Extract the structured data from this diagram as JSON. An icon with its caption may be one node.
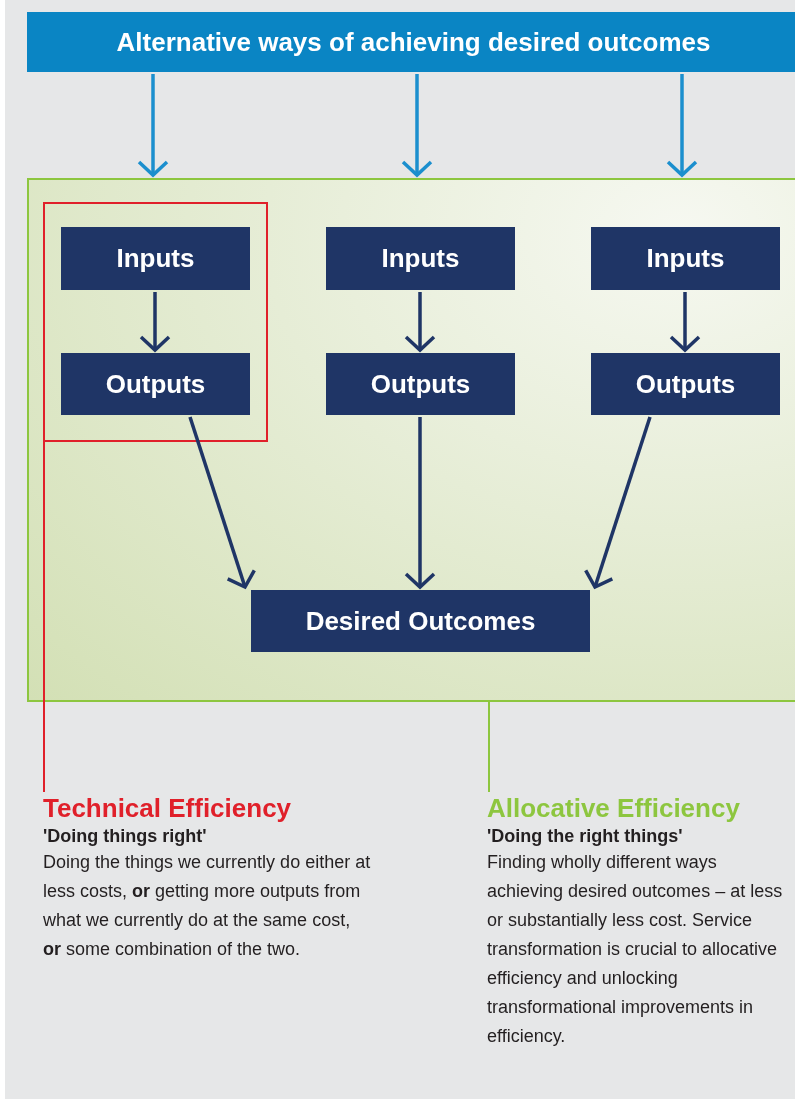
{
  "diagram": {
    "nodes": [
      {
        "text": [
          "Alternative ways of achieving desired outcomes"
        ]
      },
      {
        "text": [],
        "shape": "box"
      },
      {
        "text": [],
        "shape": "box",
        "in": 1
      },
      {
        "text": [
          "Inputs"
        ],
        "in": 2
      },
      {
        "text": [
          "Outputs"
        ],
        "in": 2
      },
      {
        "text": [
          "Inputs"
        ],
        "in": 1
      },
      {
        "text": [
          "Outputs"
        ],
        "in": 1
      },
      {
        "text": [
          "Inputs"
        ],
        "in": 1
      },
      {
        "text": [
          "Outputs"
        ],
        "in": 1
      },
      {
        "text": [
          "Desired Outcomes"
        ],
        "in": 1
      },
      {
        "text": [
          "Technical Efficiency",
          "'Doing things right'",
          "Doing the things we currently do either at less costs, **or** getting more outputs from what we currently do at the same cost, **or** some combination of the two."
        ]
      },
      {
        "text": [
          "Allocative Efficiency",
          "'Doing the right things'",
          "Finding wholly different ways achieving desired outcomes – at less or substantially less cost. Service transformation is crucial to allocative efficiency and unlocking transformational improvements in efficiency."
        ]
      }
    ],
    "edges": [
      {
        "from": 0,
        "to": 1,
        "arrow": "to",
        "color": "#1b8fce"
      },
      {
        "from": 0,
        "to": 1,
        "arrow": "to",
        "color": "#1b8fce"
      },
      {
        "from": 0,
        "to": 1,
        "arrow": "to",
        "color": "#1b8fce"
      },
      {
        "from": 3,
        "to": 4,
        "arrow": "to"
      },
      {
        "from": 5,
        "to": 6,
        "arrow": "to"
      },
      {
        "from": 7,
        "to": 8,
        "arrow": "to"
      },
      {
        "from": 4,
        "to": 9,
        "arrow": "to"
      },
      {
        "from": 6,
        "to": 9,
        "arrow": "to"
      },
      {
        "from": 8,
        "to": 9,
        "arrow": "to"
      },
      {
        "from": 2,
        "to": 10,
        "arrow": "none",
        "color": "#e0202a"
      },
      {
        "from": 1,
        "to": 11,
        "arrow": "none",
        "color": "#8dc63f"
      }
    ]
  }
}
